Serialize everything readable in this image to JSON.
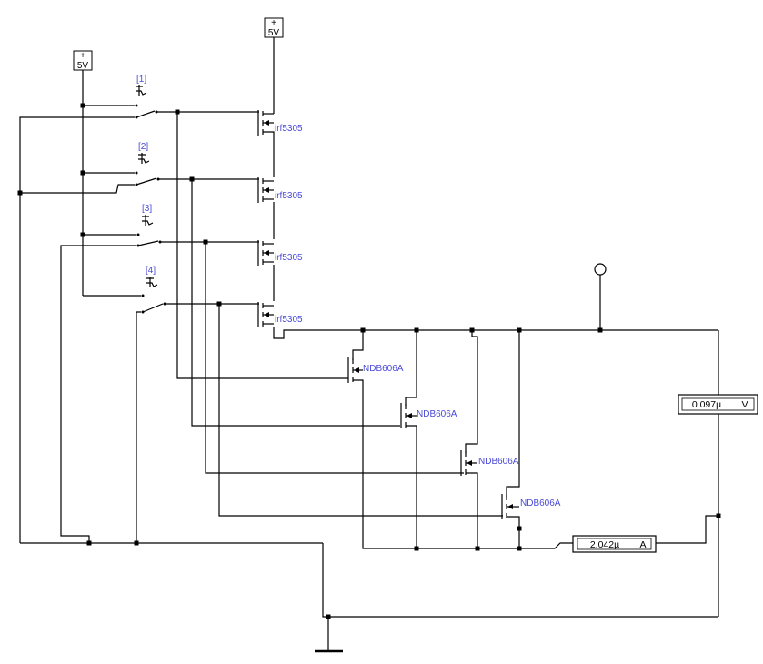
{
  "supplies": {
    "label": "5V",
    "plus": "+"
  },
  "switch_keys": [
    "[1]",
    "[2]",
    "[3]",
    "[4]"
  ],
  "pmos_part": "irf5305",
  "nmos_part": "NDB606A",
  "voltmeter": {
    "reading": "0.097µ",
    "unit": "V"
  },
  "ammeter": {
    "reading": "2.042µ",
    "unit": "A"
  }
}
